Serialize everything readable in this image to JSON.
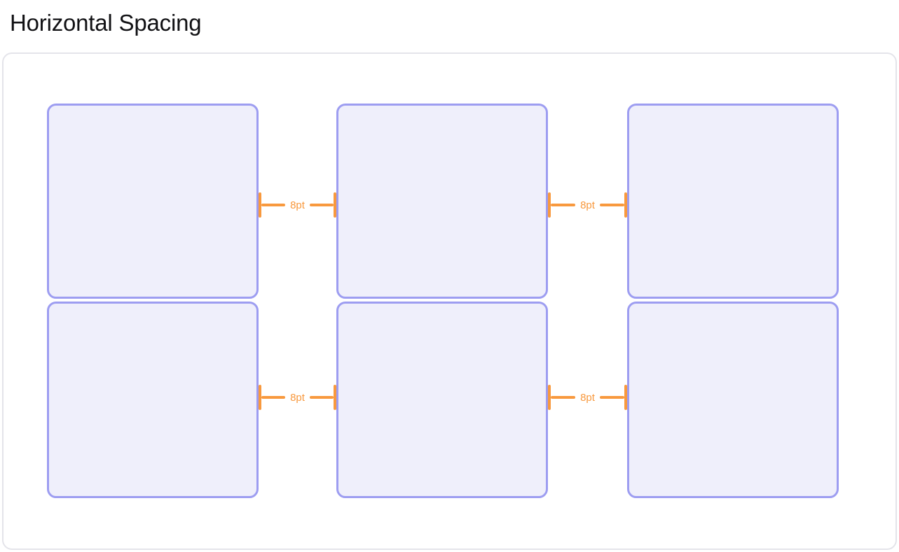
{
  "title": "Horizontal Spacing",
  "grid": {
    "rows": 2,
    "columns": 3
  },
  "measurements": [
    {
      "label": "8pt",
      "row": 1,
      "gap": "between column 1 and column 2"
    },
    {
      "label": "8pt",
      "row": 1,
      "gap": "between column 2 and column 3"
    },
    {
      "label": "8pt",
      "row": 2,
      "gap": "between column 1 and column 2"
    },
    {
      "label": "8pt",
      "row": 2,
      "gap": "between column 2 and column 3"
    }
  ],
  "colors": {
    "title_color": "#111114",
    "panel_border": "#E4E4EA",
    "card_fill": "#EFEFFB",
    "card_border": "#9D9DF1",
    "measure_color": "#F8993E"
  }
}
